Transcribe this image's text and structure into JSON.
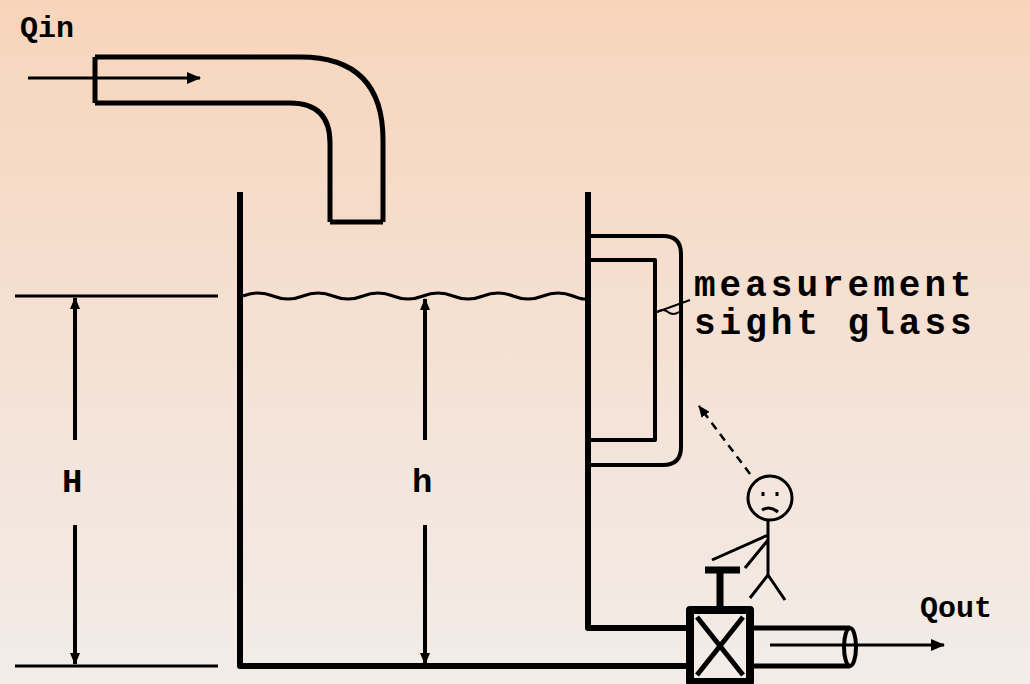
{
  "diagram": {
    "labels": [
      "Qin",
      "H",
      "h",
      "measurement sight glass",
      "Qout"
    ]
  }
}
